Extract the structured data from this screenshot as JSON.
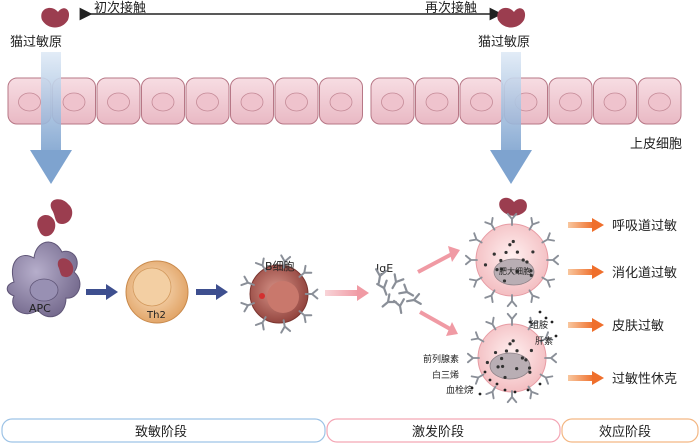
{
  "labels": {
    "allergen_left": "猫过敏原",
    "allergen_right": "猫过敏原",
    "first_contact": "初次接触",
    "second_contact": "再次接触",
    "epithelial": "上皮细胞",
    "apc": "APC",
    "th2": "Th2",
    "b_cell": "B细胞",
    "ige": "IgE",
    "mast_cell": "肥大细胞",
    "histamine_1": "组胺",
    "histamine_2": "肝素",
    "prostaglandin": "前列腺素",
    "leukotriene": "白三烯",
    "thromboxane": "血栓烷"
  },
  "outcomes": [
    "呼吸道过敏",
    "消化道过敏",
    "皮肤过敏",
    "过敏性休克"
  ],
  "stages": [
    "致敏阶段",
    "激发阶段",
    "效应阶段"
  ],
  "colors": {
    "allergen": "#9b3d4f",
    "epithelium_fill": "#f4d3da",
    "epithelium_stroke": "#b77786",
    "down_arrow": "#8fb0d8",
    "apc": "#8c7fa0",
    "th2": "#e8b07a",
    "b_cell": "#a85a50",
    "mast_cell": "#f6cfcf",
    "outcome_arrow": "#ef7d3a",
    "stage1_border": "#9dc3e6",
    "stage2_border": "#f4a6b5",
    "stage3_border": "#f3b784"
  }
}
